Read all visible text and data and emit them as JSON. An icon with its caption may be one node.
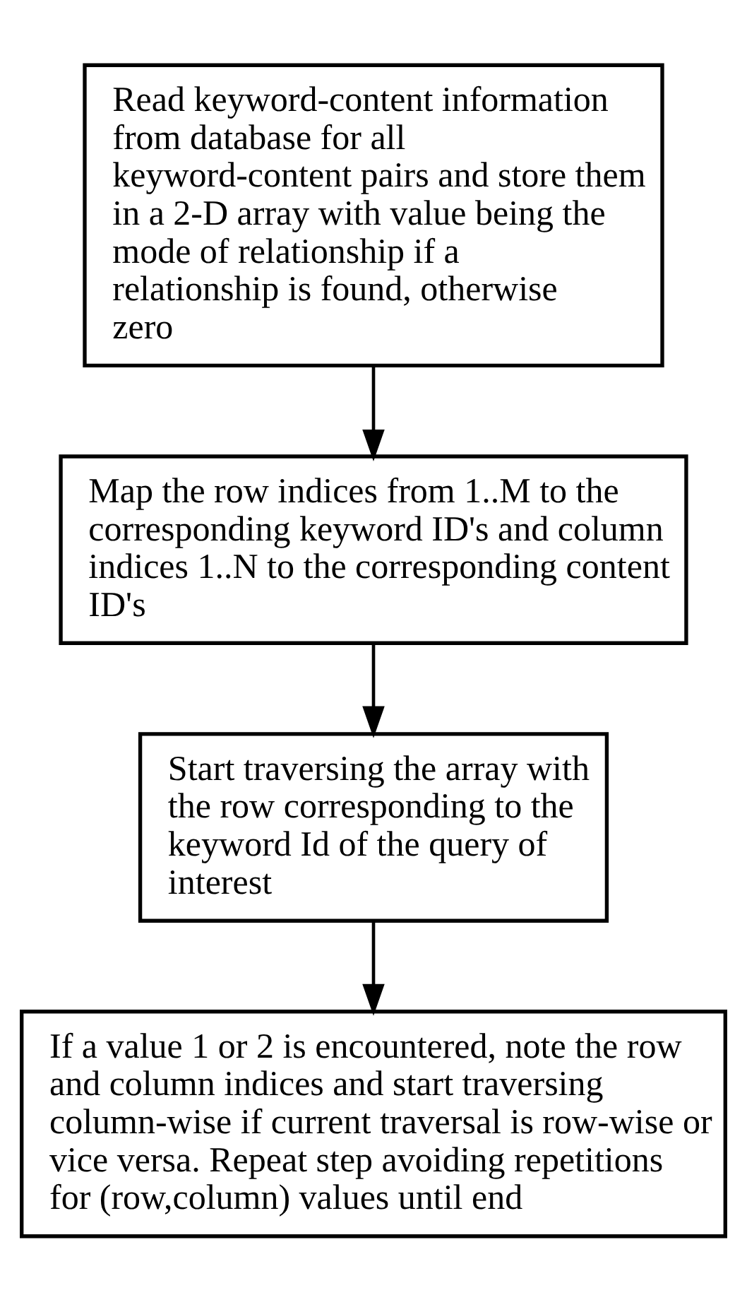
{
  "diagram": {
    "nodes": [
      {
        "text": [
          "Read keyword-content information from database for all keyword-content pairs and store them in a 2-D array with value being the mode of relationship if a relationship is found, otherwise zero"
        ]
      },
      {
        "text": [
          "Map the row indices from 1..M to the corresponding keyword ID's and column indices 1..N to the corresponding content ID's"
        ]
      },
      {
        "text": [
          "Start traversing the array with the row corresponding to the keyword Id of the query of interest"
        ]
      },
      {
        "text": [
          "If a value 1 or 2 is encountered, note the row and column indices and start traversing column-wise if current traversal is row-wise or vice versa. Repeat step avoiding repetitions for (row,column) values until end"
        ]
      }
    ],
    "edges": [
      {
        "from": 0,
        "to": 1,
        "arrow": "to"
      },
      {
        "from": 1,
        "to": 2,
        "arrow": "to"
      },
      {
        "from": 2,
        "to": 3,
        "arrow": "to"
      }
    ]
  }
}
